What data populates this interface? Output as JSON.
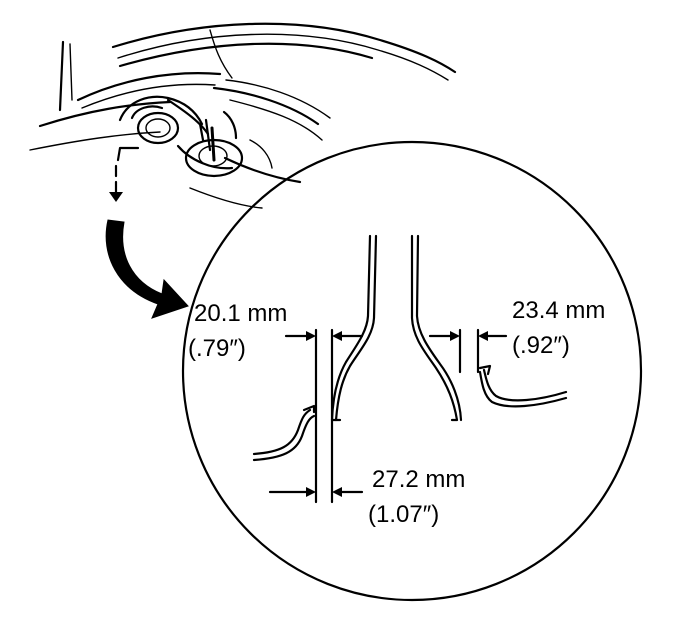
{
  "dimensions": {
    "left_gap": {
      "mm": "20.1 mm",
      "inch": "(.79″)"
    },
    "right_gap": {
      "mm": "23.4 mm",
      "inch": "(.92″)"
    },
    "bottom_gap": {
      "mm": "27.2 mm",
      "inch": "(1.07″)"
    }
  },
  "colors": {
    "ink": "#000000",
    "background": "#ffffff"
  }
}
